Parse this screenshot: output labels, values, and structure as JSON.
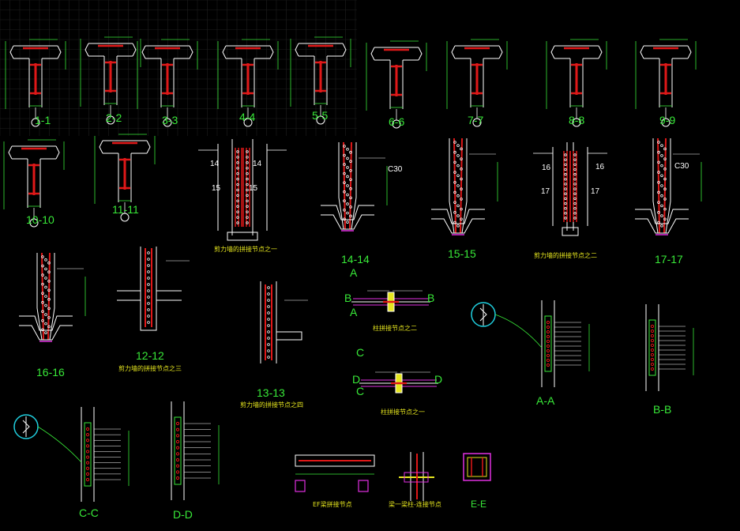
{
  "sections_row1": [
    {
      "label": "1-1"
    },
    {
      "label": "2-2"
    },
    {
      "label": "3-3"
    },
    {
      "label": "4-4"
    },
    {
      "label": "5-5"
    },
    {
      "label": "6-6"
    },
    {
      "label": "7-7"
    },
    {
      "label": "8-8"
    },
    {
      "label": "9-9"
    }
  ],
  "sections_row2": [
    {
      "label": "10-10"
    },
    {
      "label": "11-11"
    }
  ],
  "walls": {
    "w1": {
      "label": "14",
      "label2": "15",
      "caption": "剪力墙的拼接节点之一"
    },
    "c14": {
      "label": "14-14",
      "concrete": "C30"
    },
    "c15": {
      "label": "15-15"
    },
    "w2": {
      "label": "17",
      "label2": "16",
      "caption": "剪力墙的拼接节点之二"
    },
    "c17": {
      "label": "17-17",
      "concrete": "C30"
    },
    "c16": {
      "label": "16-16"
    },
    "c12": {
      "label": "12-12",
      "caption": "剪力墙的拼接节点之三"
    },
    "c13": {
      "label": "13-13",
      "caption": "剪力墙的拼接节点之四"
    }
  },
  "columns": {
    "j2": {
      "caption": "柱拼接节点之二",
      "a": "A",
      "b": "B"
    },
    "j1": {
      "caption": "柱拼接节点之一",
      "c": "C",
      "d": "D"
    },
    "aa": {
      "label": "A-A"
    },
    "bb": {
      "label": "B-B"
    },
    "cc": {
      "label": "C-C"
    },
    "dd": {
      "label": "D-D"
    },
    "ee": {
      "label": "E-E"
    }
  },
  "bottom_captions": {
    "b1": "EF梁拼接节点",
    "b2": "梁一梁柱-连接节点"
  },
  "colors": {
    "background": "#000000",
    "grid": "#1e1e1e",
    "green": "#38e838",
    "white": "#ffffff",
    "red": "#e01818",
    "magenta": "#e030e0",
    "yellow": "#e6e61e",
    "cyan": "#20d0e0"
  }
}
